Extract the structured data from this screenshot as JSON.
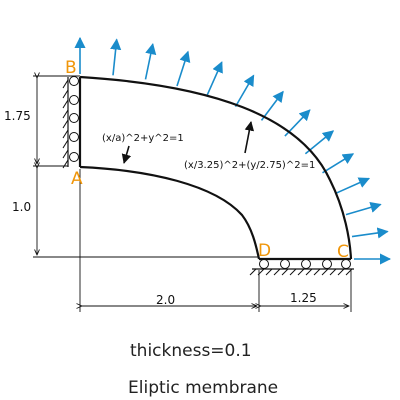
{
  "points": {
    "B": "B",
    "A": "A",
    "C": "C",
    "D": "D"
  },
  "equations": {
    "inner": "(x/a)^2+y^2=1",
    "outer": "(x/3.25)^2+(y/2.75)^2=1"
  },
  "dimensions": {
    "upper_height": "1.75",
    "lower_height": "1.0",
    "inner_width": "2.0",
    "outer_width": "1.25"
  },
  "caption": {
    "thickness": "thickness=0.1",
    "title": "Eliptic membrane"
  },
  "colors": {
    "arrows": "#1a8ccb",
    "labels": "#f0960a",
    "lines": "#111111"
  },
  "load": {
    "count": 14,
    "outer_a": 3.25,
    "outer_b": 2.75
  }
}
